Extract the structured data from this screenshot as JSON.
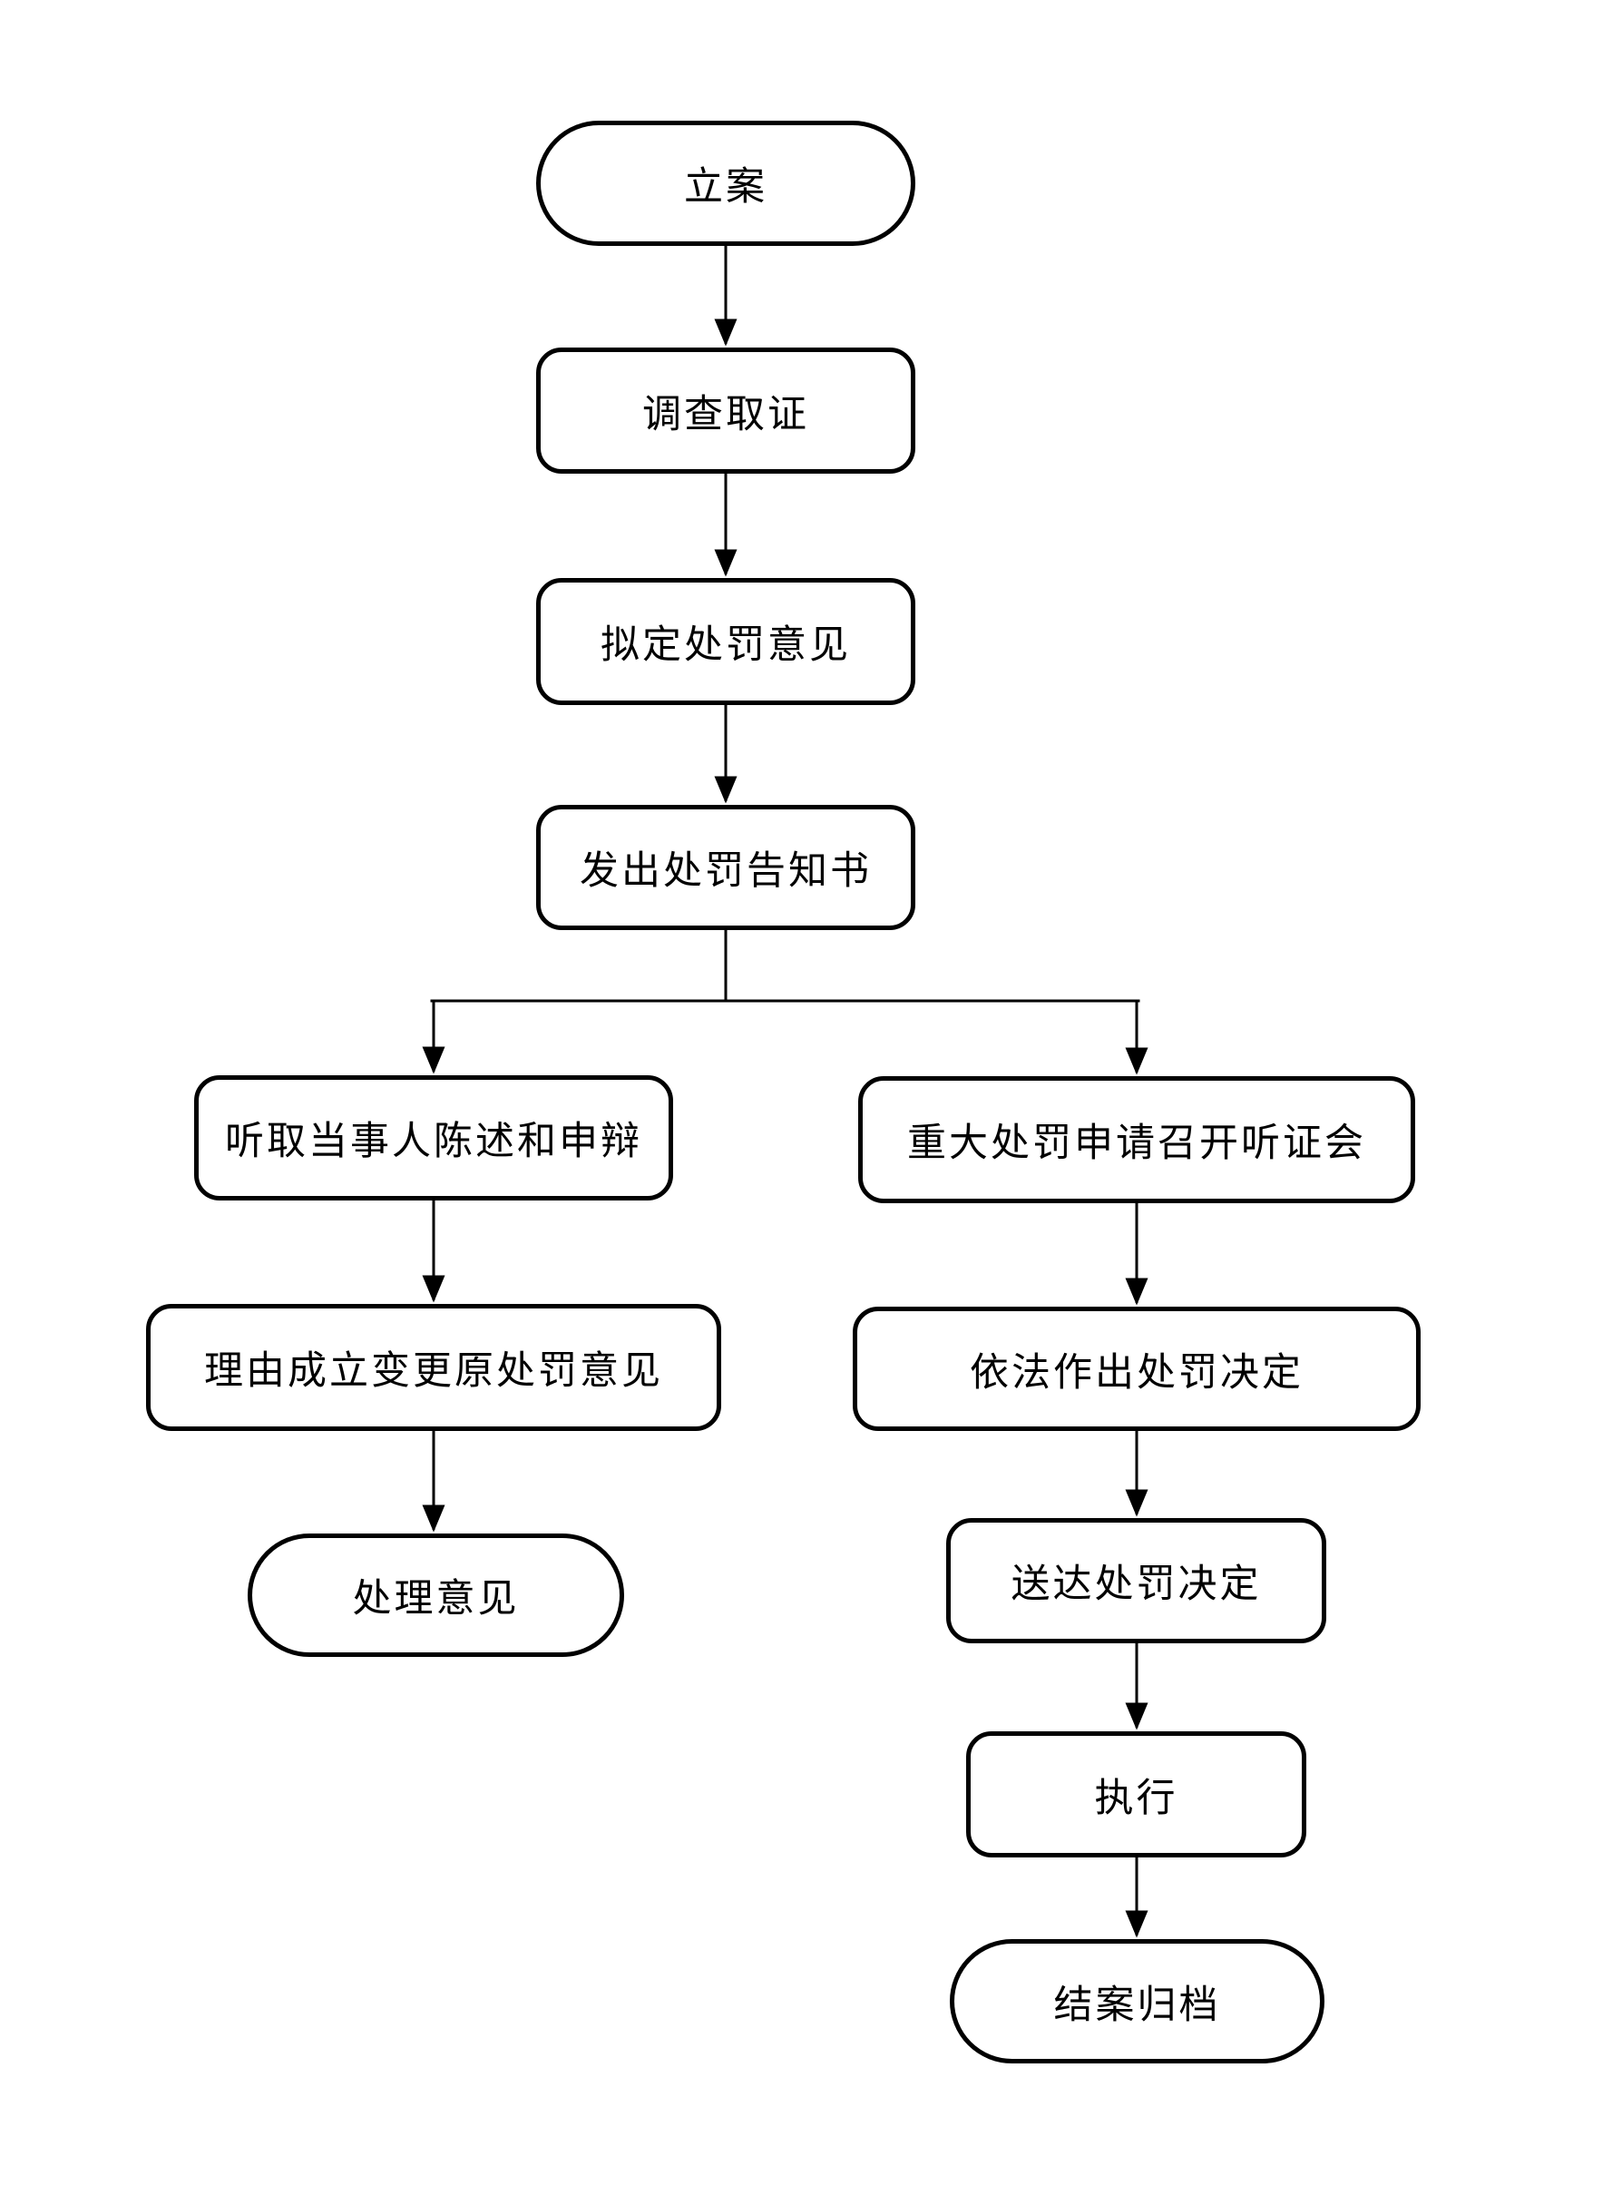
{
  "diagram": {
    "type": "flowchart",
    "background_color": "#ffffff",
    "stroke_color": "#000000",
    "text_color": "#000000",
    "nodes": [
      {
        "label": "立案",
        "shape": "stadium"
      },
      {
        "label": "调查取证",
        "shape": "process"
      },
      {
        "label": "拟定处罚意见",
        "shape": "process"
      },
      {
        "label": "发出处罚告知书",
        "shape": "process"
      },
      {
        "label": "听取当事人陈述和申辩",
        "shape": "process"
      },
      {
        "label": "理由成立变更原处罚意见",
        "shape": "process"
      },
      {
        "label": "处理意见",
        "shape": "stadium"
      },
      {
        "label": "重大处罚申请召开听证会",
        "shape": "process"
      },
      {
        "label": "依法作出处罚决定",
        "shape": "process"
      },
      {
        "label": "送达处罚决定",
        "shape": "process"
      },
      {
        "label": "执行",
        "shape": "process"
      },
      {
        "label": "结案归档",
        "shape": "stadium"
      }
    ],
    "edges": [
      {
        "from": "立案",
        "to": "调查取证"
      },
      {
        "from": "调查取证",
        "to": "拟定处罚意见"
      },
      {
        "from": "拟定处罚意见",
        "to": "发出处罚告知书"
      },
      {
        "from": "发出处罚告知书",
        "to": "听取当事人陈述和申辩"
      },
      {
        "from": "发出处罚告知书",
        "to": "重大处罚申请召开听证会"
      },
      {
        "from": "听取当事人陈述和申辩",
        "to": "理由成立变更原处罚意见"
      },
      {
        "from": "理由成立变更原处罚意见",
        "to": "处理意见"
      },
      {
        "from": "重大处罚申请召开听证会",
        "to": "依法作出处罚决定"
      },
      {
        "from": "依法作出处罚决定",
        "to": "送达处罚决定"
      },
      {
        "from": "送达处罚决定",
        "to": "执行"
      },
      {
        "from": "执行",
        "to": "结案归档"
      }
    ]
  }
}
